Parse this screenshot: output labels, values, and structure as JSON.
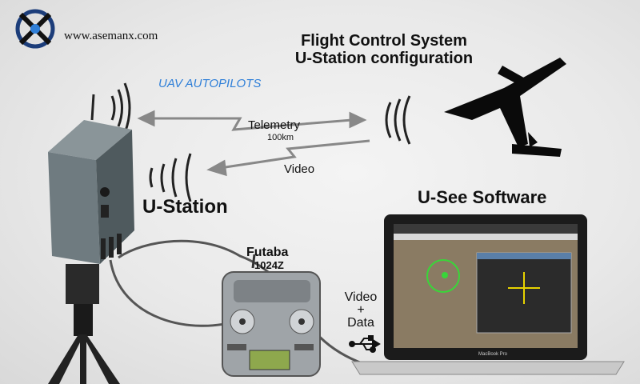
{
  "header": {
    "website": "www.asemanx.com",
    "title_line1": "Flight Control System",
    "title_line2": "U-Station configuration"
  },
  "labels": {
    "uav_autopilots": "UAV AUTOPILOTS",
    "telemetry": "Telemetry",
    "telemetry_range": "100km",
    "video": "Video",
    "u_station": "U-Station",
    "u_see_software": "U-See Software",
    "futaba": "Futaba",
    "futaba_model": "1024Z",
    "video_data_line1": "Video",
    "video_data_plus": "+",
    "video_data_line2": "Data",
    "laptop_brand": "MacBook Pro"
  },
  "colors": {
    "accent_blue": "#2f7fd8",
    "text": "#111111",
    "silhouette": "#0a0a0a"
  },
  "icons": [
    "asemanx-logo-icon",
    "airplane-icon",
    "usb-icon",
    "signal-waves-icon"
  ]
}
